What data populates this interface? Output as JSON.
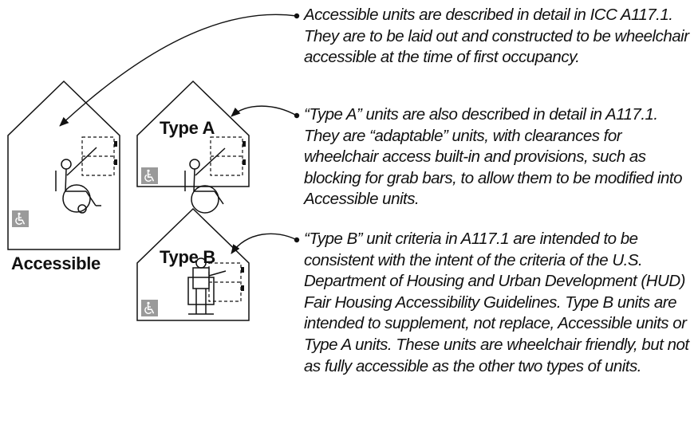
{
  "units": [
    {
      "id": "accessible",
      "label": "Accessible",
      "icon": "wheelchair-accessibility-icon",
      "description": "Accessible units are described in detail in ICC A117.1. They are to be laid out and constructed to be wheelchair accessible at the time of first occupancy."
    },
    {
      "id": "type-a",
      "label": "Type A",
      "icon": "wheelchair-accessibility-icon",
      "description": "“Type A” units are also described in detail in A117.1. They are “adaptable” units, with clearances for wheelchair access built-in and provisions, such as blocking for grab bars, to allow them to be modified into Accessible units."
    },
    {
      "id": "type-b",
      "label": "Type B",
      "icon": "wheelchair-accessibility-icon",
      "description": "“Type B” unit criteria in A117.1 are intended to be consistent with the intent of the criteria of the U.S. Department of Housing and Urban Development (HUD) Fair Housing Accessibility Guidelines. Type B units are intended to supplement, not replace, Accessible units or Type A units. These units are wheelchair friendly, but not as fully accessible as the other two types of units."
    }
  ]
}
